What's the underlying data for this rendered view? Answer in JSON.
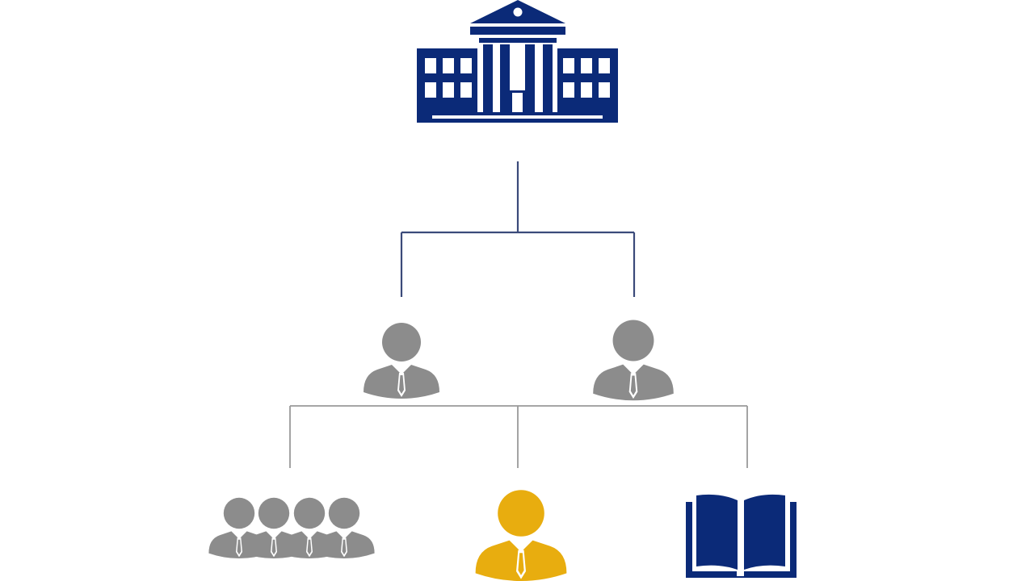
{
  "diagram": {
    "colors": {
      "institution": "#0b2a78",
      "connector_top": "#3b4a7a",
      "connector_bottom": "#9a9a9a",
      "person": "#8c8c8c",
      "highlight_person": "#e8ad0f",
      "book": "#0b2a78",
      "background": "#ffffff"
    },
    "nodes": [
      {
        "name": "university-building-icon",
        "level": 0,
        "icon": "building-icon"
      },
      {
        "name": "administrator-left-icon",
        "level": 1,
        "icon": "person-icon"
      },
      {
        "name": "administrator-right-icon",
        "level": 1,
        "icon": "person-icon"
      },
      {
        "name": "staff-group-icon",
        "level": 2,
        "icon": "group-icon"
      },
      {
        "name": "highlighted-person-icon",
        "level": 2,
        "icon": "person-icon"
      },
      {
        "name": "book-icon",
        "level": 2,
        "icon": "book-icon"
      }
    ]
  }
}
